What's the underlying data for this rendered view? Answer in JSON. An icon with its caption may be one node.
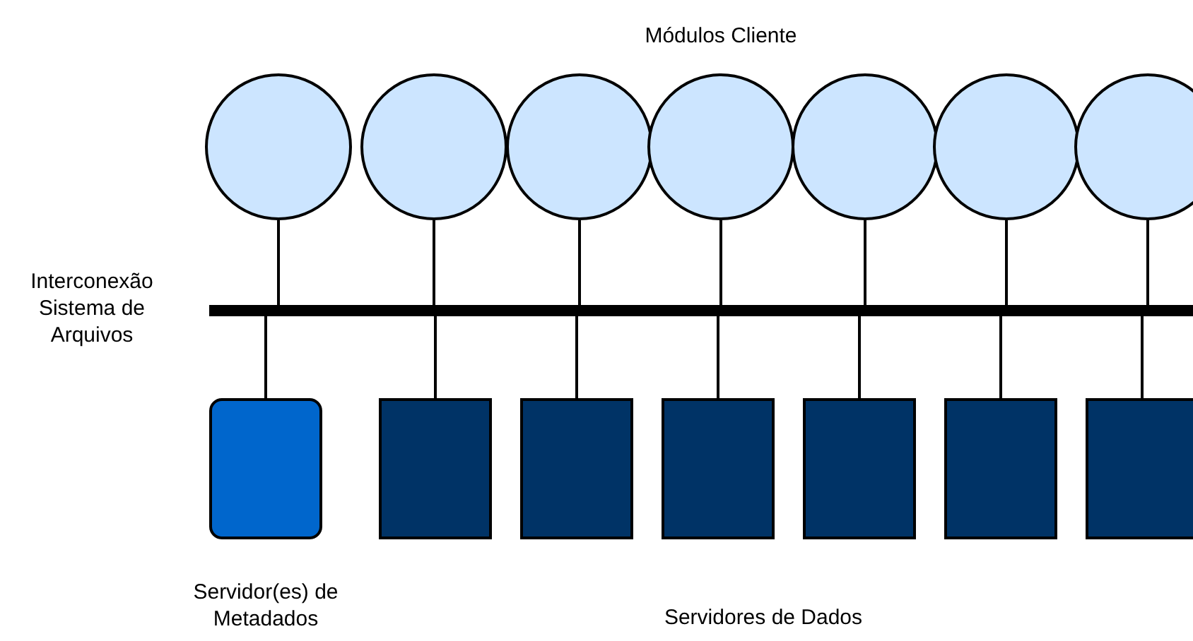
{
  "diagram": {
    "nodes": [
      {
        "text": [],
        "shape": "circle"
      },
      {
        "text": [],
        "shape": "circle"
      },
      {
        "text": [],
        "shape": "circle"
      },
      {
        "text": [],
        "shape": "circle"
      },
      {
        "text": [],
        "shape": "circle"
      },
      {
        "text": [],
        "shape": "circle"
      },
      {
        "text": [],
        "shape": "circle"
      },
      {
        "text": [],
        "shape": "bar",
        "beside": [
          "Interconexão Sistema de Arquivos"
        ]
      },
      {
        "text": [],
        "shape": "box",
        "beside": [
          "Servidor(es) de Metadados"
        ]
      },
      {
        "text": [],
        "shape": "box"
      },
      {
        "text": [],
        "shape": "box"
      },
      {
        "text": [],
        "shape": "box"
      },
      {
        "text": [],
        "shape": "box"
      },
      {
        "text": [],
        "shape": "box"
      },
      {
        "text": [],
        "shape": "box"
      }
    ],
    "edges": [
      {
        "from": 0,
        "to": 7,
        "arrow": "none"
      },
      {
        "from": 1,
        "to": 7,
        "arrow": "none"
      },
      {
        "from": 2,
        "to": 7,
        "arrow": "none"
      },
      {
        "from": 3,
        "to": 7,
        "arrow": "none"
      },
      {
        "from": 4,
        "to": 7,
        "arrow": "none"
      },
      {
        "from": 5,
        "to": 7,
        "arrow": "none"
      },
      {
        "from": 6,
        "to": 7,
        "arrow": "none"
      },
      {
        "from": 7,
        "to": 8,
        "arrow": "none"
      },
      {
        "from": 7,
        "to": 9,
        "arrow": "none"
      },
      {
        "from": 7,
        "to": 10,
        "arrow": "none"
      },
      {
        "from": 7,
        "to": 11,
        "arrow": "none"
      },
      {
        "from": 7,
        "to": 12,
        "arrow": "none"
      },
      {
        "from": 7,
        "to": 13,
        "arrow": "none"
      },
      {
        "from": 7,
        "to": 14,
        "arrow": "none"
      }
    ],
    "labels": [
      "Módulos Cliente",
      "Servidores de Dados"
    ]
  }
}
